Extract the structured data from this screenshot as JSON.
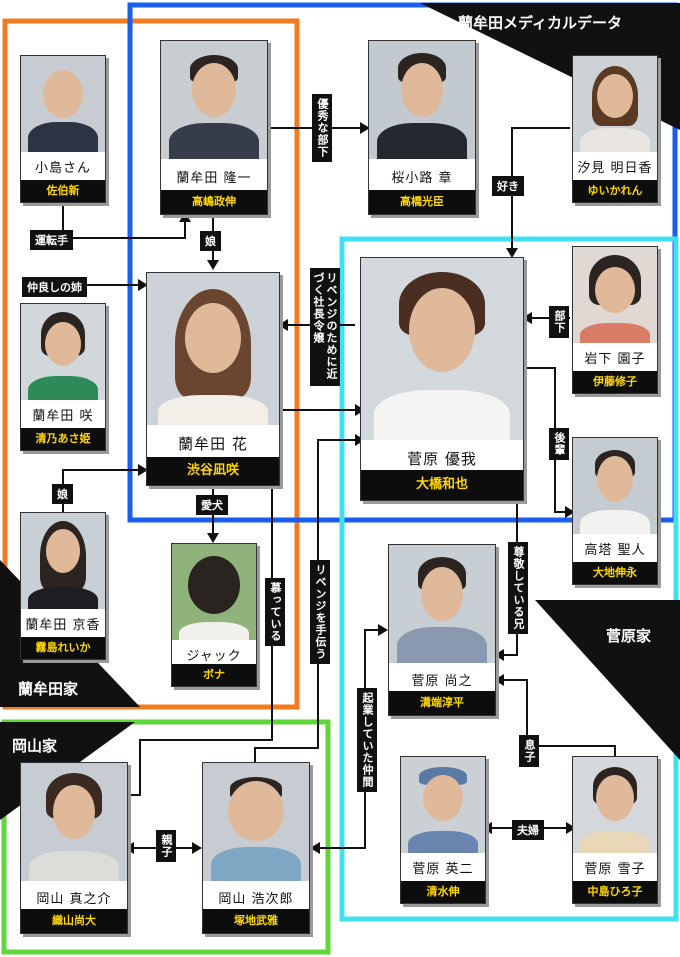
{
  "groups": {
    "medical": "蘭牟田メディカルデータ",
    "aramuta": "蘭牟田家",
    "sugahara": "菅原家",
    "okayama": "岡山家"
  },
  "people": {
    "kojima": {
      "name": "小島さん",
      "actor": "佐伯新"
    },
    "ryuichi": {
      "name": "蘭牟田 隆一",
      "actor": "高嶋政伸"
    },
    "sakura": {
      "name": "桜小路 章",
      "actor": "高橋光臣"
    },
    "shiomi": {
      "name": "汐見 明日香",
      "actor": "ゆいかれん"
    },
    "saki": {
      "name": "蘭牟田 咲",
      "actor": "清乃あさ姫"
    },
    "hana": {
      "name": "蘭牟田 花",
      "actor": "渋谷凪咲"
    },
    "yuga": {
      "name": "菅原 優我",
      "actor": "大橋和也"
    },
    "iwashita": {
      "name": "岩下 園子",
      "actor": "伊藤修子"
    },
    "kyoka": {
      "name": "蘭牟田 京香",
      "actor": "霧島れいか"
    },
    "jack": {
      "name": "ジャック",
      "actor": "ボナ"
    },
    "takato": {
      "name": "高塔 聖人",
      "actor": "大地伸永"
    },
    "naoyuki": {
      "name": "菅原 尚之",
      "actor": "溝端淳平"
    },
    "shinnosuke": {
      "name": "岡山 真之介",
      "actor": "織山尚大"
    },
    "kojiro": {
      "name": "岡山 浩次郎",
      "actor": "塚地武雅"
    },
    "eiji": {
      "name": "菅原 英二",
      "actor": "清水伸"
    },
    "yukiko": {
      "name": "菅原 雪子",
      "actor": "中島ひろ子"
    }
  },
  "relations": {
    "driver": "運転手",
    "daughter1": "娘",
    "friend_sister": "仲良しの姉",
    "daughter2": "娘",
    "pet": "愛犬",
    "subordinate_good": "優秀な部下",
    "likes": "好き",
    "revenge_target": "リベンジのために近づく社長令嬢",
    "subordinate": "部下",
    "junior": "後輩",
    "admire_brother": "尊敬している兄",
    "adore": "慕っている",
    "revenge_help": "リベンジを手伝う",
    "startup_mate": "起業していた仲間",
    "son": "息子",
    "couple": "夫婦",
    "parent_child": "親子"
  },
  "colors": {
    "aramuta": "#f47a1f",
    "medical": "#1a5ef0",
    "sugahara": "#3fe0f0",
    "okayama": "#5fd63a",
    "actor_text": "#ffd600"
  }
}
